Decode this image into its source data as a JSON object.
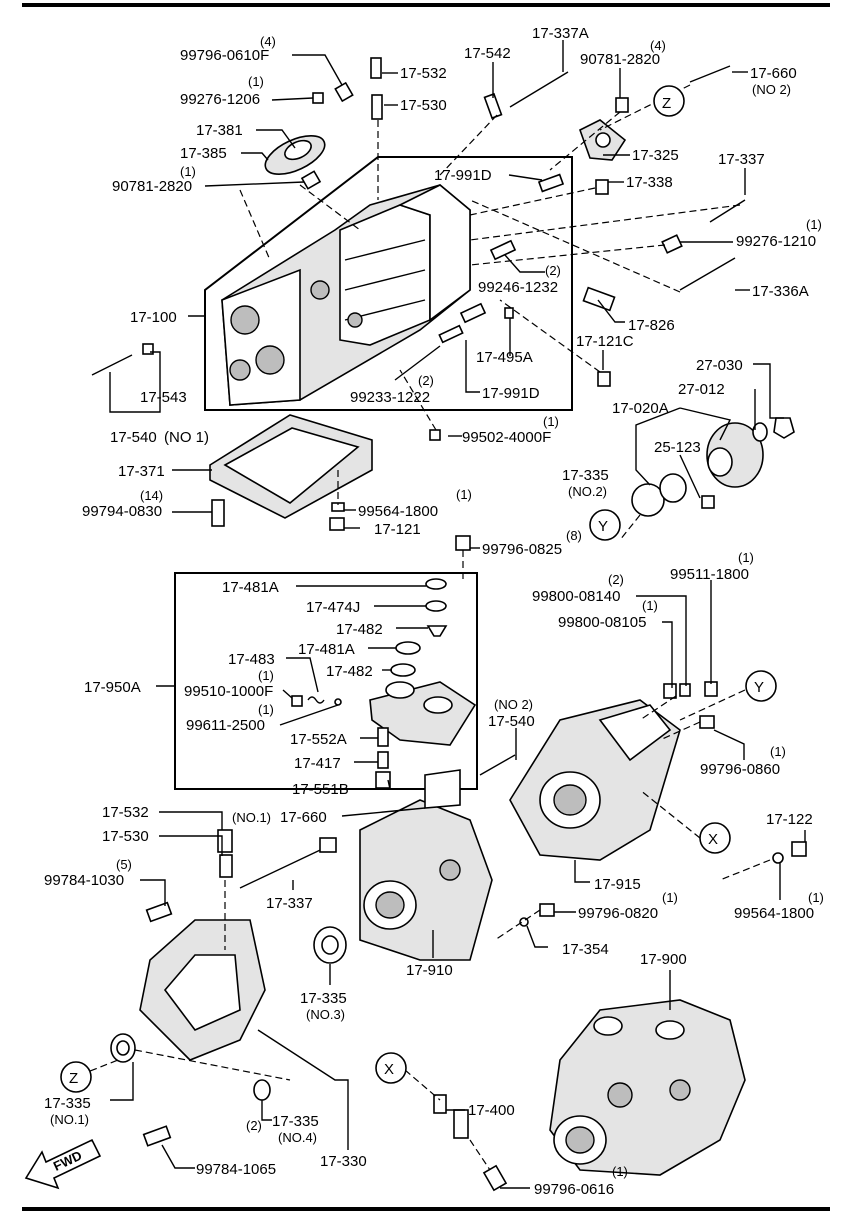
{
  "labels": {
    "p99796_0610F": "99796-0610F",
    "q99796_0610F": "(4)",
    "p99276_1206": "99276-1206",
    "q99276_1206": "(1)",
    "p17_381": "17-381",
    "p17_385": "17-385",
    "p90781_2820a": "90781-2820",
    "q90781_2820a": "(1)",
    "p17_532a": "17-532",
    "p17_530a": "17-530",
    "p17_542": "17-542",
    "p17_337A": "17-337A",
    "p90781_2820b": "90781-2820",
    "q90781_2820b": "(4)",
    "p17_660a": "17-660",
    "s17_660a": "(NO 2)",
    "p17_325": "17-325",
    "p17_991D_a": "17-991D",
    "p17_338": "17-338",
    "p17_337a": "17-337",
    "p99276_1210": "99276-1210",
    "q99276_1210": "(1)",
    "p99246_1232": "99246-1232",
    "q99246_1232": "(2)",
    "p17_336A": "17-336A",
    "p17_100": "17-100",
    "p17_826": "17-826",
    "p17_121C": "17-121C",
    "p17_495A": "17-495A",
    "p99233_1222": "99233-1222",
    "q99233_1222": "(2)",
    "p17_991D_b": "17-991D",
    "p17_543": "17-543",
    "p17_540a": "17-540",
    "s17_540a": "(NO 1)",
    "p99502_4000F": "99502-4000F",
    "q99502_4000F": "(1)",
    "p27_030": "27-030",
    "p27_012": "27-012",
    "p17_020A": "17-020A",
    "p25_123": "25-123",
    "p17_371": "17-371",
    "p99794_0830": "99794-0830",
    "q99794_0830": "(14)",
    "p99564_1800a": "99564-1800",
    "q99564_1800a": "(1)",
    "p17_121": "17-121",
    "p17_335a": "17-335",
    "s17_335a": "(NO.2)",
    "p99796_0825": "99796-0825",
    "q99796_0825": "(8)",
    "p17_481A_a": "17-481A",
    "p17_474J": "17-474J",
    "p17_482a": "17-482",
    "p17_481A_b": "17-481A",
    "p17_483": "17-483",
    "p17_482b": "17-482",
    "p17_950A": "17-950A",
    "p99510_1000F": "99510-1000F",
    "q99510_1000F": "(1)",
    "p99611_2500": "99611-2500",
    "q99611_2500": "(1)",
    "p17_552A": "17-552A",
    "p17_417": "17-417",
    "p17_551B": "17-551B",
    "p99800_08140": "99800-08140",
    "q99800_08140": "(2)",
    "p99800_08105": "99800-08105",
    "q99800_08105": "(1)",
    "p99511_1800": "99511-1800",
    "q99511_1800": "(1)",
    "p17_540b": "17-540",
    "s17_540b": "(NO 2)",
    "p99796_0860": "99796-0860",
    "q99796_0860": "(1)",
    "p17_660b": "17-660",
    "s17_660b": "(NO.1)",
    "p17_532b": "17-532",
    "p17_530b": "17-530",
    "p99784_1030": "99784-1030",
    "q99784_1030": "(5)",
    "p17_337b": "17-337",
    "p17_122": "17-122",
    "p17_915": "17-915",
    "p99796_0820": "99796-0820",
    "q99796_0820": "(1)",
    "p99564_1800b": "99564-1800",
    "q99564_1800b": "(1)",
    "p17_354": "17-354",
    "p17_910": "17-910",
    "p17_335b": "17-335",
    "s17_335b": "(NO.3)",
    "p17_900": "17-900",
    "p17_335c": "17-335",
    "s17_335c": "(NO.1)",
    "p17_335d": "17-335",
    "s17_335d": "(NO.4)",
    "q17_335d": "(2)",
    "p17_400": "17-400",
    "p99784_1065": "99784-1065",
    "p17_330": "17-330",
    "p99796_0616": "99796-0616",
    "q99796_0616": "(1)"
  },
  "callouts": {
    "x": "X",
    "y": "Y",
    "z": "Z"
  },
  "direction": {
    "fwd": "FWD"
  },
  "colors": {
    "ink": "#000000",
    "paper": "#ffffff",
    "shade": "#e4e4e4"
  }
}
